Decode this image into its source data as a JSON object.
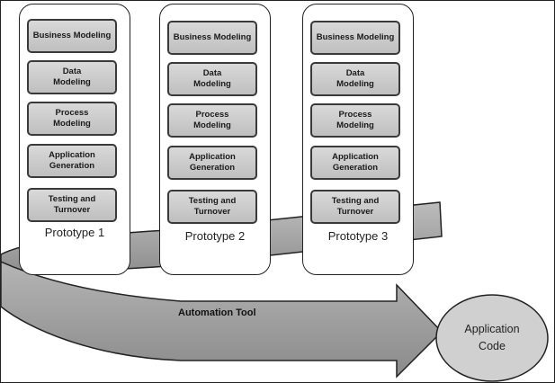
{
  "prototypes": [
    {
      "label": "Prototype 1",
      "phases": [
        "Business Modeling",
        "Data\nModeling",
        "Process\nModeling",
        "Application\nGeneration",
        "Testing and\nTurnover"
      ]
    },
    {
      "label": "Prototype 2",
      "phases": [
        "Business Modeling",
        "Data\nModeling",
        "Process\nModeling",
        "Application\nGeneration",
        "Testing and\nTurnover"
      ]
    },
    {
      "label": "Prototype 3",
      "phases": [
        "Business Modeling",
        "Data\nModeling",
        "Process\nModeling",
        "Application\nGeneration",
        "Testing and\nTurnover"
      ]
    }
  ],
  "automation_tool_label": "Automation Tool",
  "application_code_label": "Application\nCode",
  "colors": {
    "arrow_fill": "#9a9a9a",
    "phase_fill": "#cfcfcf",
    "outline": "#222222"
  }
}
